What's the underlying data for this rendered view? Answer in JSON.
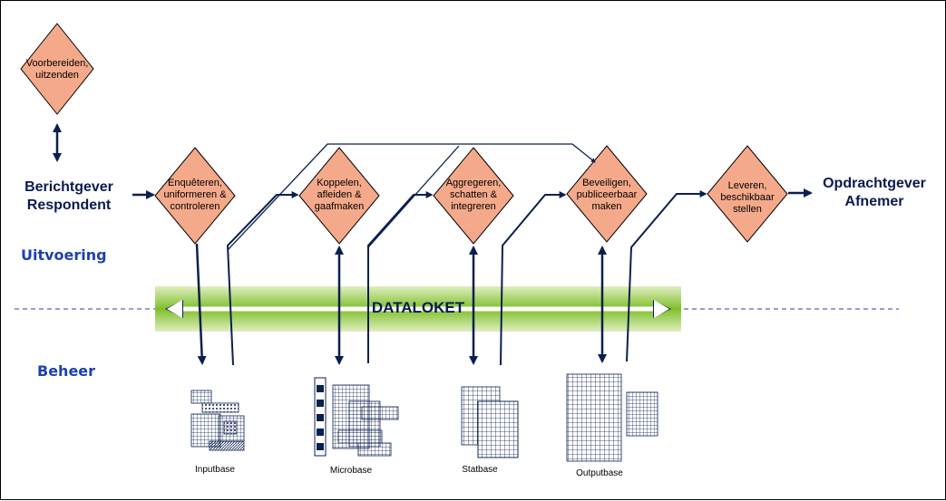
{
  "steps": [
    {
      "id": "voorbereiden",
      "label": "Voorbereiden, uitzenden"
    },
    {
      "id": "enqueteren",
      "label": "Enquêteren, uniformeren & controleren"
    },
    {
      "id": "koppelen",
      "label": "Koppelen, afleiden & gaafmaken"
    },
    {
      "id": "aggregeren",
      "label": "Aggregeren, schatten & integreren"
    },
    {
      "id": "beveiligen",
      "label": "Beveiligen, publiceerbaar maken"
    },
    {
      "id": "leveren",
      "label": "Leveren, beschikbaar stellen"
    }
  ],
  "left_actor": {
    "line1": "Berichtgever",
    "line2": "Respondent"
  },
  "right_actor": {
    "line1": "Opdrachtgever",
    "line2": "Afnemer"
  },
  "zones": {
    "top": "Uitvoering",
    "bottom": "Beheer"
  },
  "dataloket": "DATALOKET",
  "databases": [
    {
      "id": "inputbase",
      "label": "Inputbase"
    },
    {
      "id": "microbase",
      "label": "Microbase"
    },
    {
      "id": "statbase",
      "label": "Statbase"
    },
    {
      "id": "outputbase",
      "label": "Outputbase"
    }
  ],
  "colors": {
    "diamond_fill": "#f4a98a",
    "arrow": "#0b1f4f",
    "band": "#8dc63f",
    "zone_text": "#1f3fb0"
  }
}
